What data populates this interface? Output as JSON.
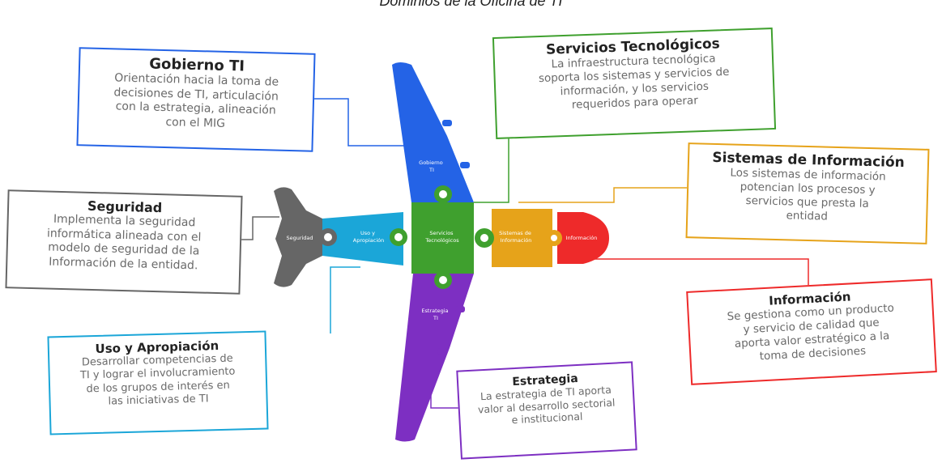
{
  "title": "Dominios de la Oficina de TI",
  "colors": {
    "gobierno": "#2463e6",
    "servicios": "#3fa02e",
    "sistemas": "#e6a31a",
    "seguridad": "#666666",
    "informacion": "#ee2a2a",
    "uso": "#1ba6d8",
    "estrategia": "#7d2fc2"
  },
  "boxes": {
    "gobierno": {
      "heading": "Gobierno TI",
      "lines": [
        "Orientación hacia la toma de",
        "decisiones de TI, articulación",
        "con la estrategia, alineación",
        "con el MIG"
      ]
    },
    "servicios": {
      "heading": "Servicios Tecnológicos",
      "lines": [
        "La infraestructura tecnológica",
        "soporta los sistemas y servicios de",
        "información, y los servicios",
        "requeridos para operar"
      ]
    },
    "sistemas": {
      "heading": "Sistemas de Información",
      "lines": [
        "Los sistemas de información",
        "potencian los procesos y",
        "servicios que presta la",
        "entidad"
      ]
    },
    "seguridad": {
      "heading": "Seguridad",
      "lines": [
        "Implementa la seguridad",
        "informática alineada con el",
        "modelo de seguridad de la",
        "Información de la entidad."
      ]
    },
    "informacion": {
      "heading": "Información",
      "lines": [
        "Se gestiona como un producto",
        "y servicio de calidad que",
        "aporta valor estratégico a la",
        "toma de decisiones"
      ]
    },
    "uso": {
      "heading": "Uso y Apropiación",
      "lines": [
        "Desarrollar competencias de",
        "TI y lograr el involucramiento",
        "de los grupos de interés en",
        "las iniciativas de TI"
      ]
    },
    "estrategia": {
      "heading": "Estrategia",
      "lines": [
        "La estrategia de TI aporta",
        "valor al desarrollo sectorial",
        "e institucional"
      ]
    }
  },
  "pieces": {
    "gobierno": [
      "Gobierno",
      "TI"
    ],
    "servicios": [
      "Servicios",
      "Tecnológicos"
    ],
    "sistemas": [
      "Sistemas de",
      "Información"
    ],
    "seguridad": [
      "Seguridad"
    ],
    "informacion": [
      "Información"
    ],
    "uso": [
      "Uso y",
      "Apropiación"
    ],
    "estrategia": [
      "Estrategia",
      "TI"
    ]
  }
}
